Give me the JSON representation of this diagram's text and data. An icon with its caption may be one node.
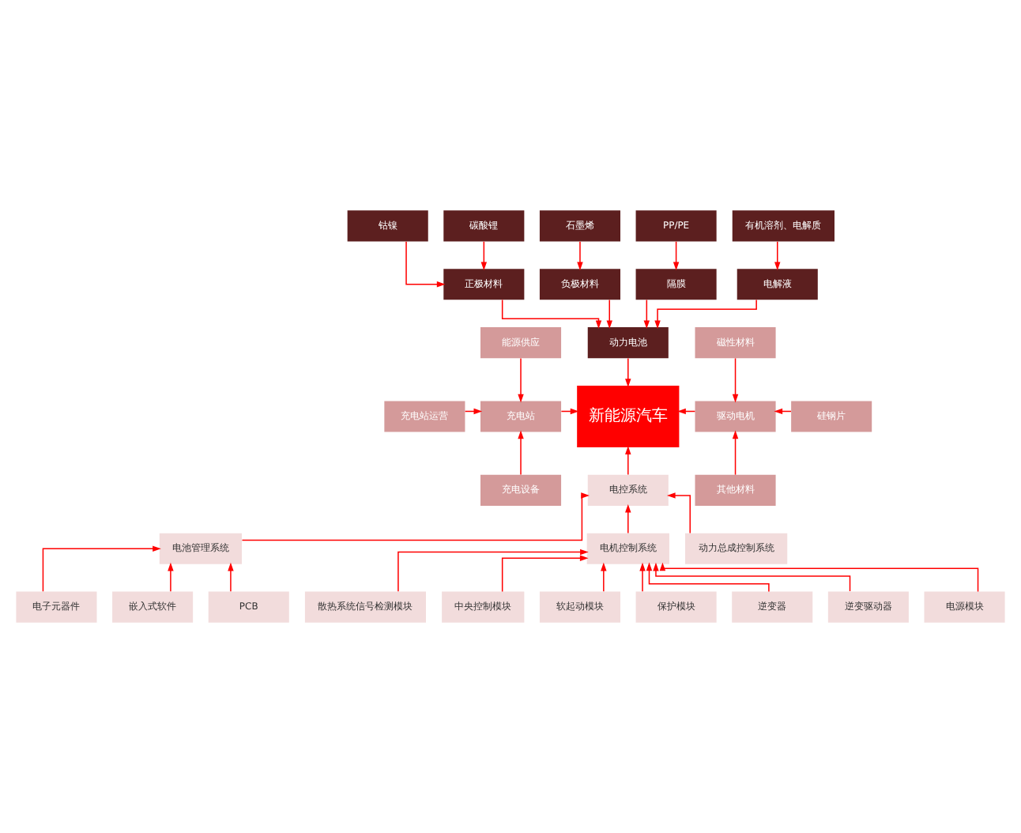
{
  "diagram": {
    "nodes": [
      {
        "text": [
          "钴镍"
        ]
      },
      {
        "text": [
          "碳酸锂"
        ]
      },
      {
        "text": [
          "石墨烯"
        ]
      },
      {
        "text": [
          "PP/PE"
        ]
      },
      {
        "text": [
          "有机溶剂、电解质"
        ]
      },
      {
        "text": [
          "正极材料"
        ]
      },
      {
        "text": [
          "负极材料"
        ]
      },
      {
        "text": [
          "隔膜"
        ]
      },
      {
        "text": [
          "电解液"
        ]
      },
      {
        "text": [
          "动力电池"
        ]
      },
      {
        "text": [
          "能源供应"
        ]
      },
      {
        "text": [
          "磁性材料"
        ]
      },
      {
        "text": [
          "充电站运营"
        ]
      },
      {
        "text": [
          "充电站"
        ]
      },
      {
        "text": [
          "新能源汽车"
        ]
      },
      {
        "text": [
          "驱动电机"
        ]
      },
      {
        "text": [
          "硅钢片"
        ]
      },
      {
        "text": [
          "充电设备"
        ]
      },
      {
        "text": [
          "其他材料"
        ]
      },
      {
        "text": [
          "电控系统"
        ]
      },
      {
        "text": [
          "电池管理系统"
        ]
      },
      {
        "text": [
          "电机控制系统"
        ]
      },
      {
        "text": [
          "动力总成控制系统"
        ]
      },
      {
        "text": [
          "PCB"
        ]
      },
      {
        "text": [
          "电子元器件"
        ]
      },
      {
        "text": [
          "嵌入式软件"
        ]
      },
      {
        "text": [
          "逆变器"
        ]
      },
      {
        "text": [
          "逆变驱动器"
        ]
      },
      {
        "text": [
          "电源模块"
        ]
      },
      {
        "text": [
          "散热系统信号检测模块"
        ]
      },
      {
        "text": [
          "中央控制模块"
        ]
      },
      {
        "text": [
          "软起动模块"
        ]
      },
      {
        "text": [
          "保护模块"
        ]
      }
    ],
    "edges": [
      {
        "from": 0,
        "to": 5,
        "arrow": "to"
      },
      {
        "from": 1,
        "to": 5,
        "arrow": "to"
      },
      {
        "from": 2,
        "to": 6,
        "arrow": "to"
      },
      {
        "from": 3,
        "to": 7,
        "arrow": "to"
      },
      {
        "from": 4,
        "to": 8,
        "arrow": "to"
      },
      {
        "from": 5,
        "to": 9,
        "arrow": "to"
      },
      {
        "from": 6,
        "to": 9,
        "arrow": "to"
      },
      {
        "from": 7,
        "to": 9,
        "arrow": "to"
      },
      {
        "from": 8,
        "to": 9,
        "arrow": "to"
      },
      {
        "from": 9,
        "to": 14,
        "arrow": "to"
      },
      {
        "from": 10,
        "to": 13,
        "arrow": "to"
      },
      {
        "from": 12,
        "to": 13,
        "arrow": "to"
      },
      {
        "from": 17,
        "to": 13,
        "arrow": "to"
      },
      {
        "from": 13,
        "to": 14,
        "arrow": "to"
      },
      {
        "from": 11,
        "to": 15,
        "arrow": "to"
      },
      {
        "from": 16,
        "to": 15,
        "arrow": "to"
      },
      {
        "from": 18,
        "to": 15,
        "arrow": "to"
      },
      {
        "from": 15,
        "to": 14,
        "arrow": "to"
      },
      {
        "from": 19,
        "to": 14,
        "arrow": "to"
      },
      {
        "from": 20,
        "to": 19,
        "arrow": "to"
      },
      {
        "from": 21,
        "to": 19,
        "arrow": "to"
      },
      {
        "from": 22,
        "to": 19,
        "arrow": "to"
      },
      {
        "from": 23,
        "to": 20,
        "arrow": "to"
      },
      {
        "from": 24,
        "to": 20,
        "arrow": "to"
      },
      {
        "from": 25,
        "to": 20,
        "arrow": "to"
      },
      {
        "from": 26,
        "to": 21,
        "arrow": "to"
      },
      {
        "from": 27,
        "to": 21,
        "arrow": "to"
      },
      {
        "from": 28,
        "to": 21,
        "arrow": "to"
      },
      {
        "from": 29,
        "to": 21,
        "arrow": "to"
      },
      {
        "from": 30,
        "to": 21,
        "arrow": "to"
      },
      {
        "from": 31,
        "to": 21,
        "arrow": "to"
      },
      {
        "from": 32,
        "to": 21,
        "arrow": "to"
      }
    ]
  }
}
